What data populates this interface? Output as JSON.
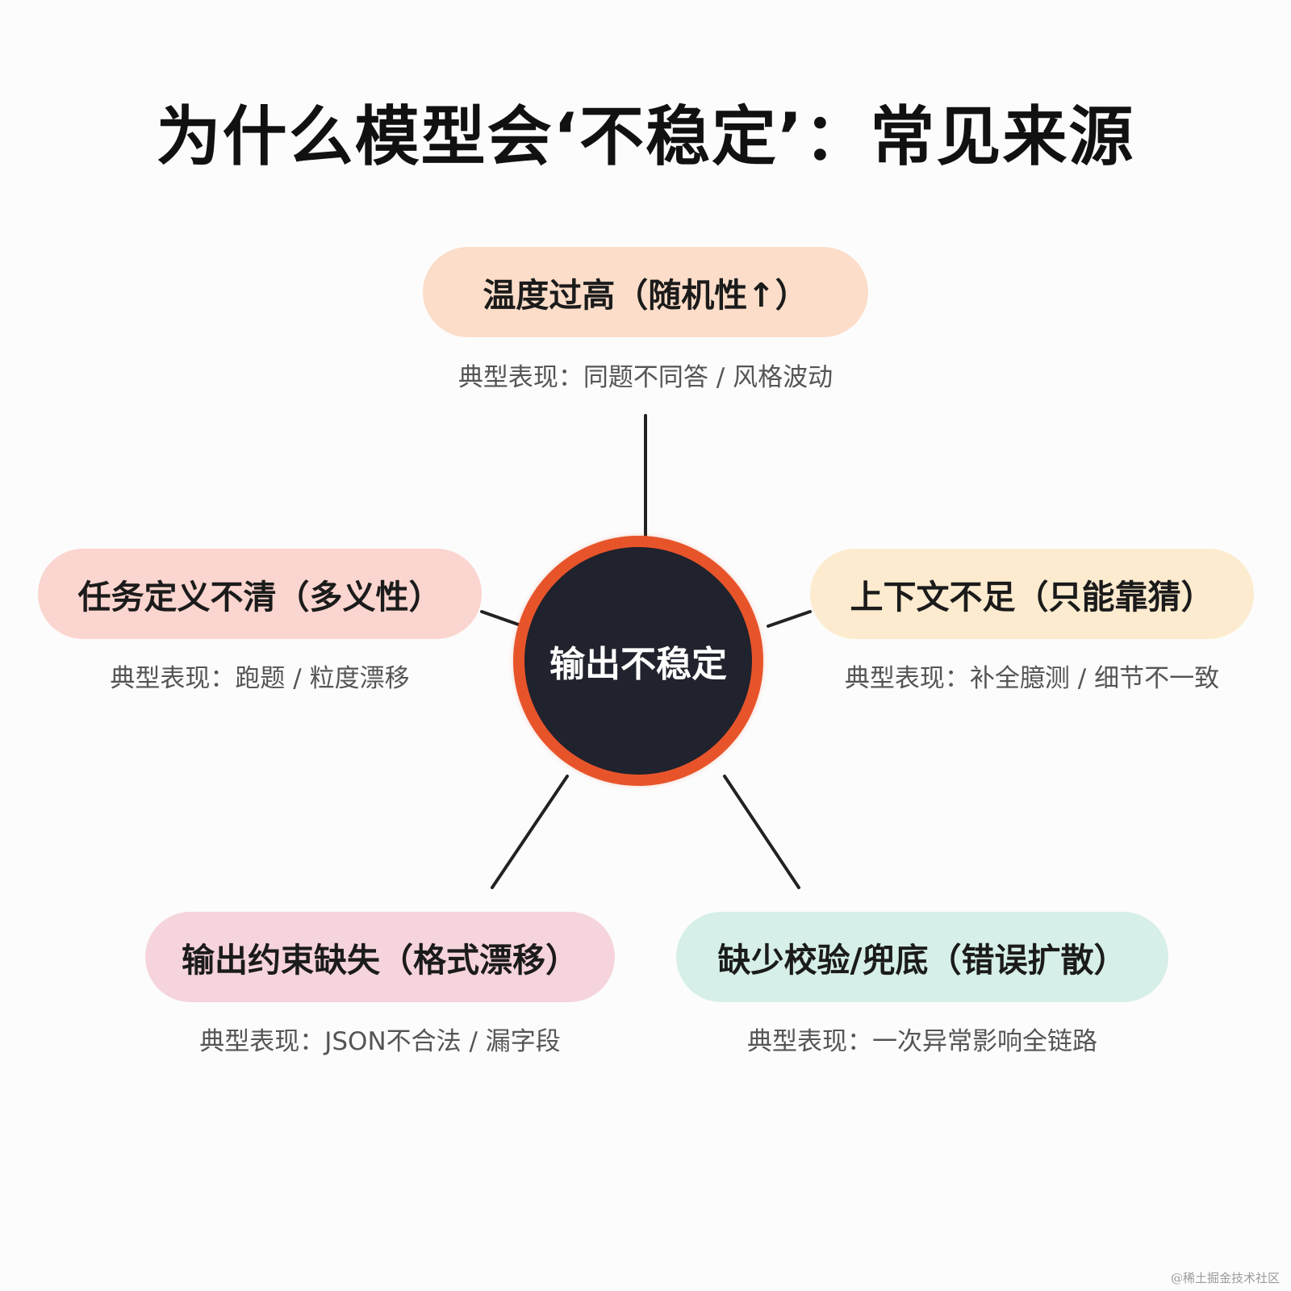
{
  "title": "为什么模型会‘不稳定’：常见来源",
  "center": {
    "label": "输出不稳定",
    "fill_color": "#20222d",
    "ring_color": "#e8542a"
  },
  "sources": [
    {
      "label": "温度过高（随机性↑）",
      "note": "典型表现：同题不同答 / 风格波动",
      "color": "#fcddc9"
    },
    {
      "label": "任务定义不清（多义性）",
      "note": "典型表现：跑题 / 粒度漂移",
      "color": "#fbd5cf"
    },
    {
      "label": "上下文不足（只能靠猜）",
      "note": "典型表现：补全臆测 / 细节不一致",
      "color": "#fcebcf"
    },
    {
      "label": "输出约束缺失（格式漂移）",
      "note": "典型表现：JSON不合法 / 漏字段",
      "color": "#f6d4dc"
    },
    {
      "label": "缺少校验/兜底（错误扩散）",
      "note": "典型表现：一次异常影响全链路",
      "color": "#d6efe8"
    }
  ],
  "watermark": "@稀土掘金技术社区"
}
